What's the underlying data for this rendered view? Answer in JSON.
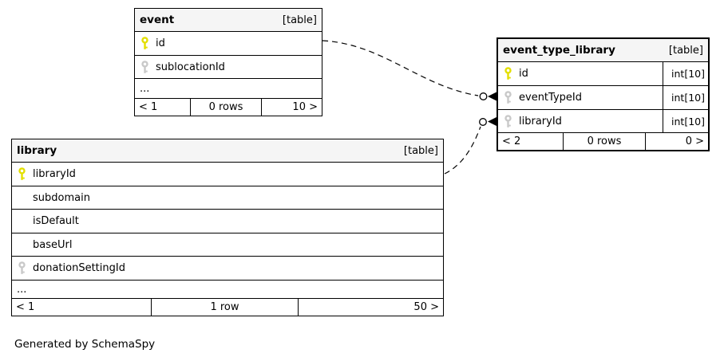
{
  "page": {
    "footer_note": "Generated by SchemaSpy"
  },
  "colors": {
    "header_bg": "#f5f5f5",
    "primary_key": "#e3df00",
    "foreign_key": "#c9c9c9",
    "border": "#000000",
    "background": "#ffffff"
  },
  "tables": [
    {
      "name": "event",
      "badge": "[table]",
      "ellipsis": "...",
      "columns": [
        {
          "name": "id",
          "key": "primary"
        },
        {
          "name": "sublocationId",
          "key": "foreign"
        }
      ],
      "paging": {
        "first": "< 1",
        "rows": "0 rows",
        "last": "10 >"
      }
    },
    {
      "name": "library",
      "badge": "[table]",
      "ellipsis": "...",
      "columns": [
        {
          "name": "libraryId",
          "key": "primary"
        },
        {
          "name": "subdomain",
          "key": "none"
        },
        {
          "name": "isDefault",
          "key": "none"
        },
        {
          "name": "baseUrl",
          "key": "none"
        },
        {
          "name": "donationSettingId",
          "key": "foreign"
        }
      ],
      "paging": {
        "first": "< 1",
        "rows": "1 row",
        "last": "50 >"
      }
    },
    {
      "name": "event_type_library",
      "badge": "[table]",
      "columns": [
        {
          "name": "id",
          "key": "primary",
          "type": "int[10]"
        },
        {
          "name": "eventTypeId",
          "key": "foreign",
          "type": "int[10]"
        },
        {
          "name": "libraryId",
          "key": "foreign",
          "type": "int[10]"
        }
      ],
      "paging": {
        "first": "< 2",
        "rows": "0 rows",
        "last": "0 >"
      }
    }
  ],
  "relationships": [
    {
      "from": "event.id",
      "to": "event_type_library.eventTypeId",
      "style": "dashed-circle-arrow"
    },
    {
      "from": "library.libraryId",
      "to": "event_type_library.libraryId",
      "style": "dashed-circle-arrow"
    }
  ]
}
